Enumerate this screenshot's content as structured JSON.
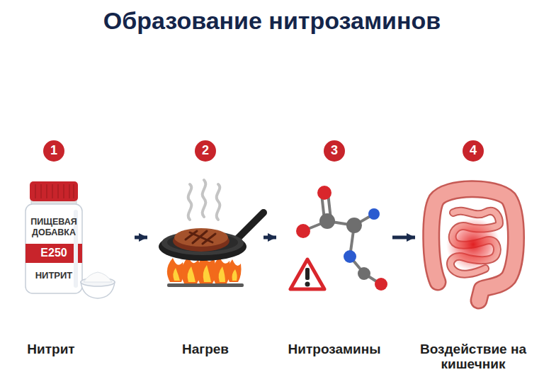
{
  "diagram": {
    "title": "Образование нитрозаминов",
    "nodes": [
      {
        "text": [
          "Нитрит"
        ]
      },
      {
        "text": [
          "Нагрев"
        ]
      },
      {
        "text": [
          "Нитрозамины"
        ]
      },
      {
        "text": [
          "Воздействие на кишечник"
        ]
      }
    ],
    "edges": [
      {
        "from": 0,
        "to": 1,
        "arrow": "to"
      },
      {
        "from": 1,
        "to": 2,
        "arrow": "to"
      },
      {
        "from": 2,
        "to": 3,
        "arrow": "to"
      }
    ],
    "labels": [
      "1",
      "2",
      "3",
      "4",
      "ПИЩЕВАЯ ДОБАВКА",
      "E250",
      "НИТРИТ"
    ]
  }
}
